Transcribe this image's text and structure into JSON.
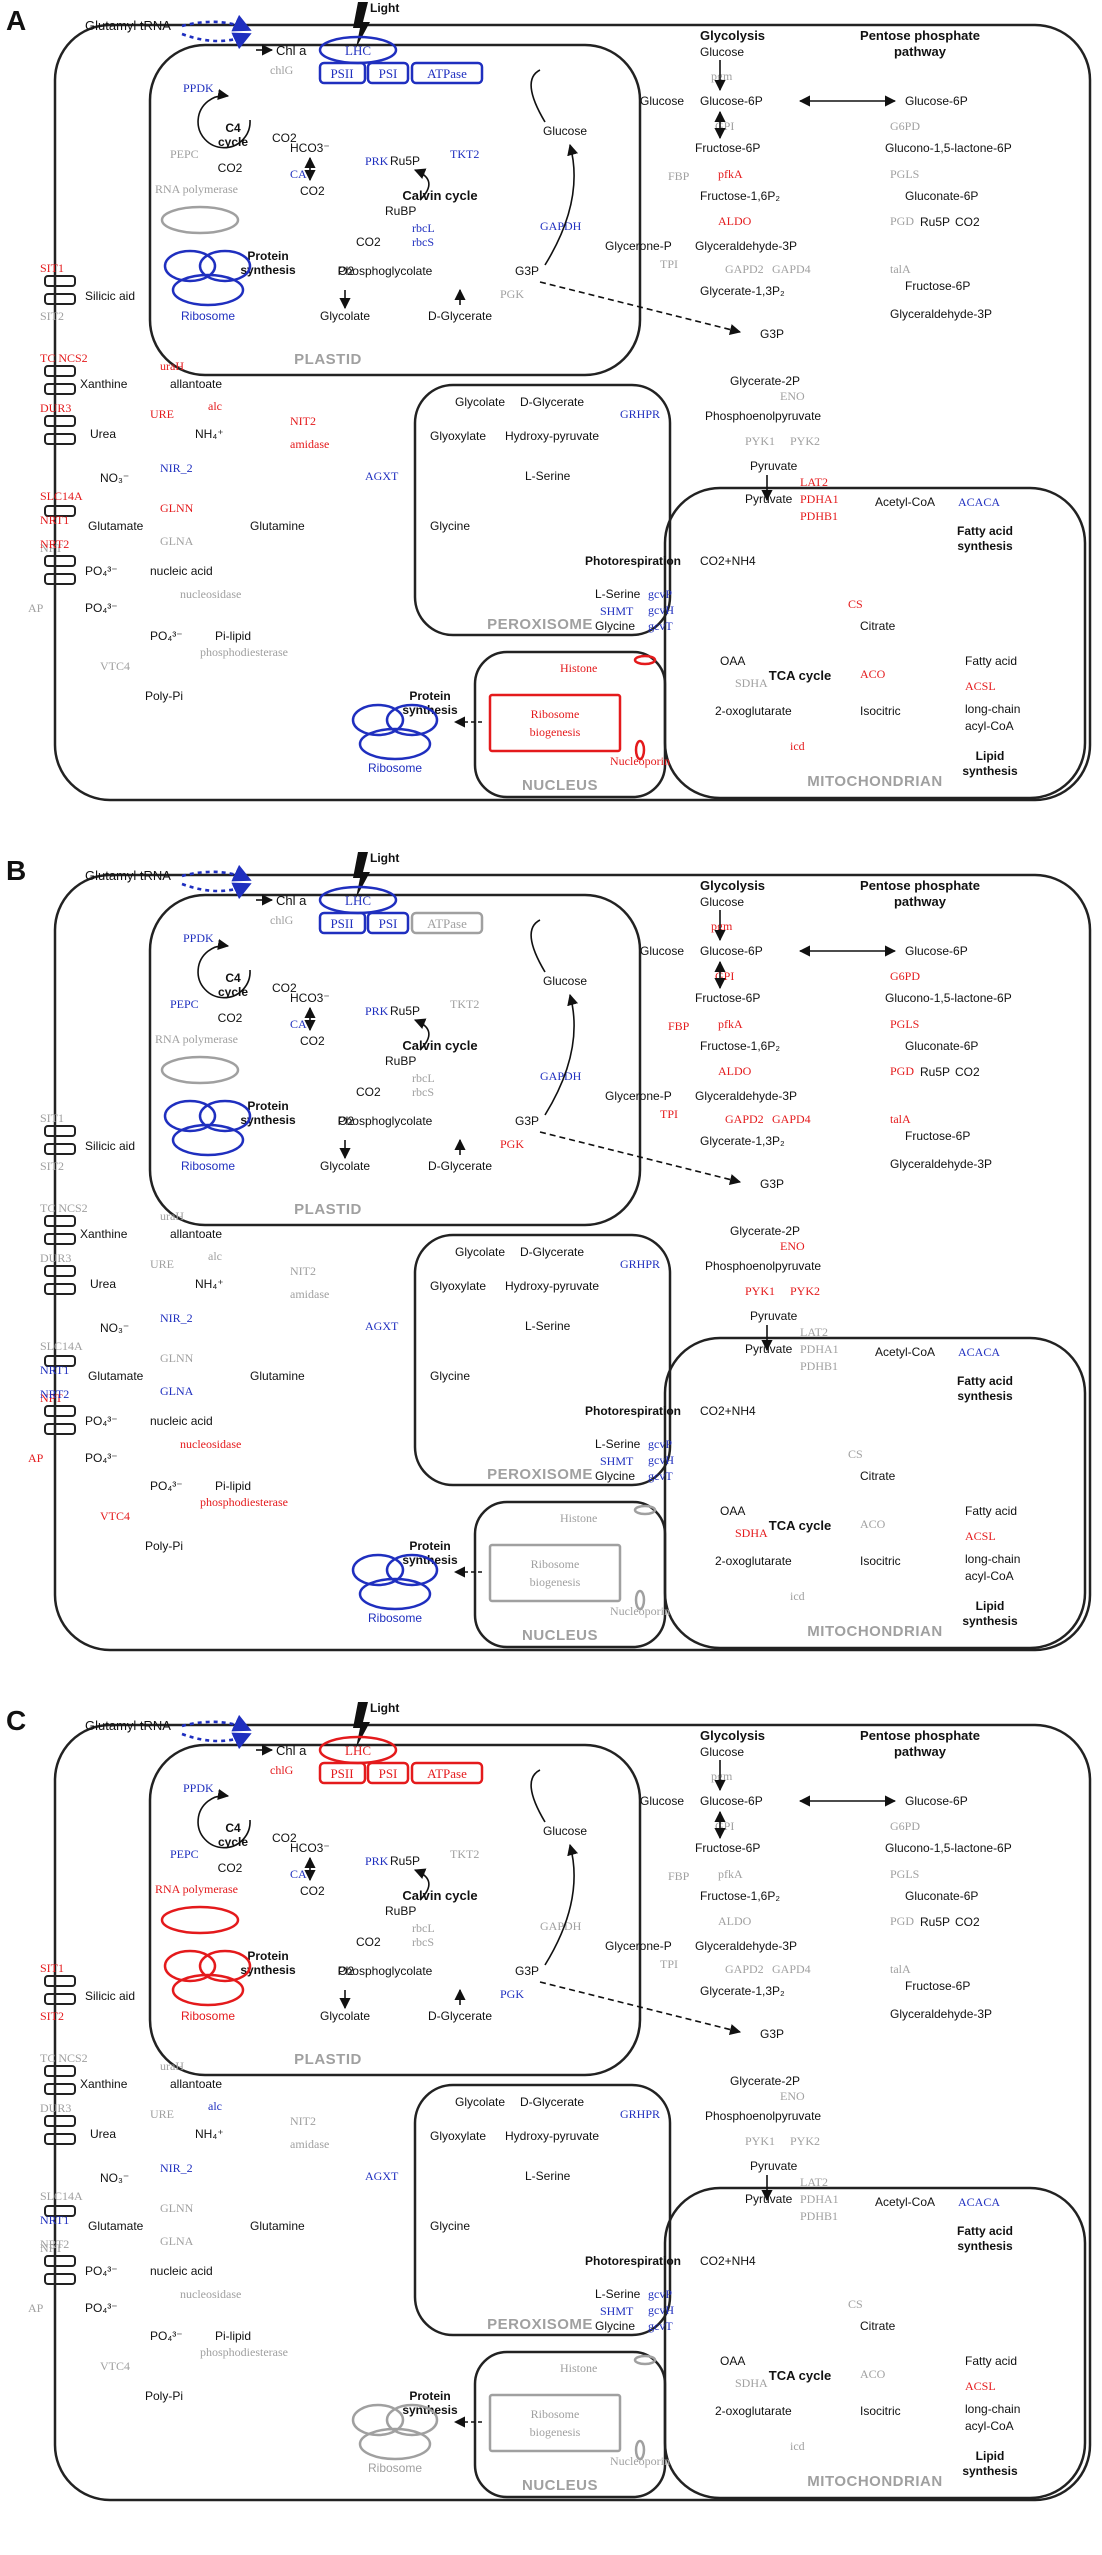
{
  "colors": {
    "up": "#e41a1c",
    "down": "#1f2fbf",
    "none": "#a0a0a0",
    "neutral": "#111111"
  },
  "panels": [
    {
      "id": "A",
      "letter": "A",
      "status": {
        "LHC": "down",
        "PSII": "down",
        "PSI": "down",
        "ATPase": "down",
        "PPDK": "down",
        "PEPC": "none",
        "RNA polymerase": "none",
        "RNA-ellipse": "none",
        "CA": "down",
        "PRK": "down",
        "TKT2": "down",
        "rbcL": "down",
        "rbcS": "down",
        "GAPDH": "down",
        "PGK": "none",
        "Ribosome-plastid": "down",
        "chlG": "none",
        "tRNA-arrow": "down",
        "pgm": "none",
        "GPI": "none",
        "FBP": "none",
        "pfkA": "up",
        "ALDO": "up",
        "TPI": "none",
        "GAPD2": "none",
        "GAPD4": "none",
        "ENO": "none",
        "PYK1": "none",
        "PYK2": "none",
        "G6PD": "none",
        "PGLS": "none",
        "PGD": "none",
        "talA": "none",
        "SIT1": "up",
        "SIT2": "none",
        "TC NCS2": "up",
        "uraH": "up",
        "alc": "up",
        "DUR3": "up",
        "URE": "up",
        "NIT2": "up",
        "amidase": "up",
        "SLC14A": "up",
        "NRT1": "up",
        "NRT2": "up",
        "NIR_2": "down",
        "GLNN": "up",
        "GLNA": "none",
        "NPT": "none",
        "AP": "none",
        "nucleosidase": "none",
        "phosphodiesterase": "none",
        "VTC4": "none",
        "AGXT": "down",
        "GRHPR": "down",
        "LAT2": "up",
        "PDHA1": "up",
        "PDHB1": "up",
        "ACACA": "down",
        "gcvP": "down",
        "gcvH": "down",
        "gcvT": "down",
        "SHMT": "down",
        "CS": "up",
        "ACO": "up",
        "SDHA": "none",
        "icd": "up",
        "ACSL": "up",
        "Histone": "up",
        "Ribosome biogenesis": "up",
        "Nucleoporin": "up",
        "Ribosome-cyto": "down"
      }
    },
    {
      "id": "B",
      "letter": "B",
      "status": {
        "LHC": "down",
        "PSII": "down",
        "PSI": "down",
        "ATPase": "none",
        "PPDK": "down",
        "PEPC": "down",
        "RNA polymerase": "none",
        "RNA-ellipse": "none",
        "CA": "down",
        "PRK": "down",
        "TKT2": "none",
        "rbcL": "none",
        "rbcS": "none",
        "GAPDH": "down",
        "PGK": "up",
        "Ribosome-plastid": "down",
        "chlG": "none",
        "tRNA-arrow": "down",
        "pgm": "up",
        "GPI": "up",
        "FBP": "up",
        "pfkA": "up",
        "ALDO": "up",
        "TPI": "up",
        "GAPD2": "up",
        "GAPD4": "up",
        "ENO": "up",
        "PYK1": "up",
        "PYK2": "up",
        "G6PD": "up",
        "PGLS": "up",
        "PGD": "up",
        "talA": "up",
        "SIT1": "none",
        "SIT2": "none",
        "TC NCS2": "none",
        "uraH": "none",
        "alc": "none",
        "DUR3": "none",
        "URE": "none",
        "NIT2": "none",
        "amidase": "none",
        "SLC14A": "none",
        "NRT1": "down",
        "NRT2": "down",
        "NIR_2": "down",
        "GLNN": "none",
        "GLNA": "down",
        "NPT": "up",
        "AP": "up",
        "nucleosidase": "up",
        "phosphodiesterase": "up",
        "VTC4": "up",
        "AGXT": "down",
        "GRHPR": "down",
        "LAT2": "none",
        "PDHA1": "none",
        "PDHB1": "none",
        "ACACA": "down",
        "gcvP": "down",
        "gcvH": "down",
        "gcvT": "down",
        "SHMT": "down",
        "CS": "none",
        "ACO": "none",
        "SDHA": "up",
        "icd": "none",
        "ACSL": "up",
        "Histone": "none",
        "Ribosome biogenesis": "none",
        "Nucleoporin": "none",
        "Ribosome-cyto": "down"
      }
    },
    {
      "id": "C",
      "letter": "C",
      "status": {
        "LHC": "up",
        "PSII": "up",
        "PSI": "up",
        "ATPase": "up",
        "PPDK": "down",
        "PEPC": "down",
        "RNA polymerase": "up",
        "RNA-ellipse": "up",
        "CA": "down",
        "PRK": "down",
        "TKT2": "none",
        "rbcL": "none",
        "rbcS": "none",
        "GAPDH": "none",
        "PGK": "down",
        "Ribosome-plastid": "up",
        "chlG": "up",
        "tRNA-arrow": "down",
        "pgm": "none",
        "GPI": "none",
        "FBP": "none",
        "pfkA": "none",
        "ALDO": "none",
        "TPI": "none",
        "GAPD2": "none",
        "GAPD4": "none",
        "ENO": "none",
        "PYK1": "none",
        "PYK2": "none",
        "G6PD": "none",
        "PGLS": "none",
        "PGD": "none",
        "talA": "none",
        "SIT1": "up",
        "SIT2": "up",
        "TC NCS2": "none",
        "uraH": "none",
        "alc": "down",
        "DUR3": "none",
        "URE": "none",
        "NIT2": "none",
        "amidase": "none",
        "SLC14A": "none",
        "NRT1": "down",
        "NRT2": "none",
        "NIR_2": "down",
        "GLNN": "none",
        "GLNA": "none",
        "NPT": "none",
        "AP": "none",
        "nucleosidase": "none",
        "phosphodiesterase": "none",
        "VTC4": "none",
        "AGXT": "down",
        "GRHPR": "down",
        "LAT2": "none",
        "PDHA1": "none",
        "PDHB1": "none",
        "ACACA": "down",
        "gcvP": "down",
        "gcvH": "down",
        "gcvT": "down",
        "SHMT": "down",
        "CS": "none",
        "ACO": "none",
        "SDHA": "none",
        "icd": "none",
        "ACSL": "up",
        "Histone": "none",
        "Ribosome biogenesis": "none",
        "Nucleoporin": "none",
        "Ribosome-cyto": "none"
      }
    }
  ],
  "labels": {
    "light": "Light",
    "glutamyl_trna": "Glutamyl tRNA",
    "chla": "Chl a",
    "plastid": "PLASTID",
    "peroxisome": "PEROXISOME",
    "nucleus": "NUCLEUS",
    "mitochondrian": "MITOCHONDRIAN",
    "glycolysis": "Glycolysis",
    "pentose_line1": "Pentose phosphate",
    "pentose_line2": "pathway",
    "c4_line1": "C4",
    "c4_line2": "cycle",
    "calvin": "Calvin cycle",
    "protein_line1": "Protein",
    "protein_line2": "synthesis",
    "photorespiration": "Photorespiration",
    "tca": "TCA cycle",
    "fa_line1": "Fatty acid",
    "fa_line2": "synthesis",
    "lipid_line1": "Lipid",
    "lipid_line2": "synthesis"
  }
}
